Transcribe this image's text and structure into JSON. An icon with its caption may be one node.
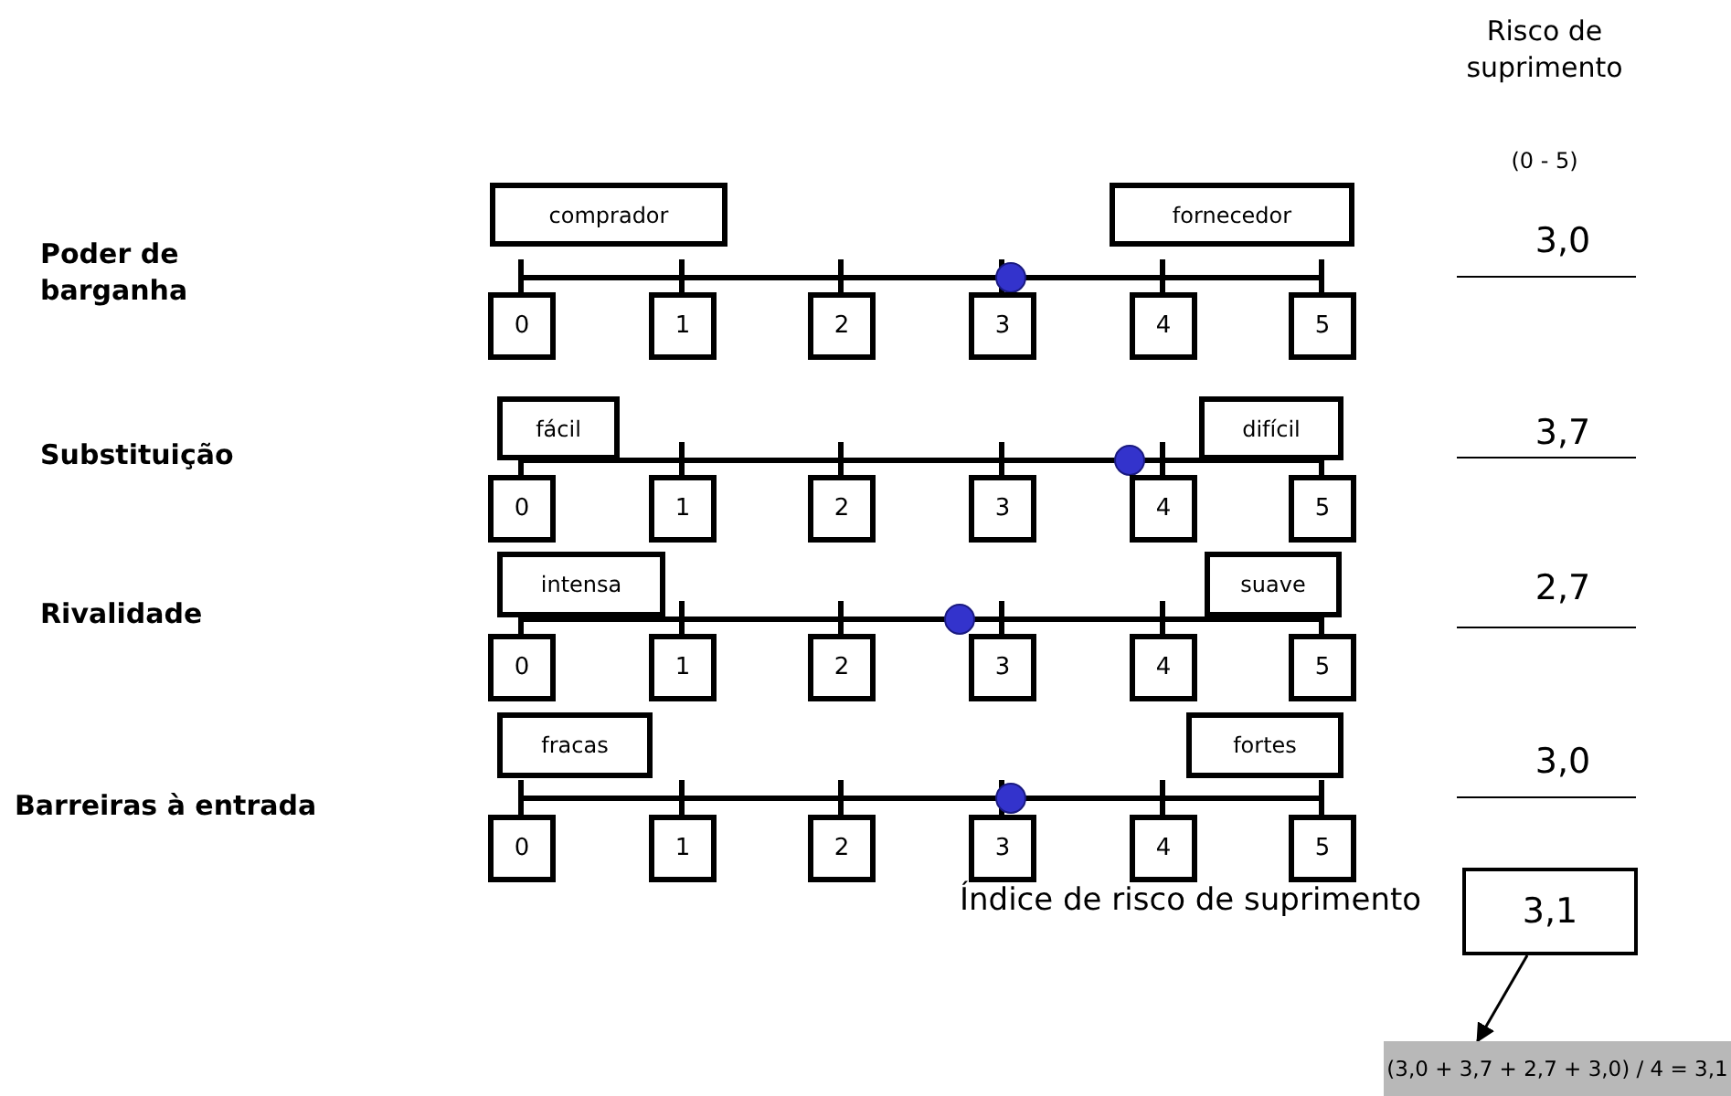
{
  "diagram": {
    "nodes": [
      {
        "text": [
          "comprador"
        ]
      },
      {
        "text": [
          "fornecedor"
        ]
      },
      {
        "text": [
          "0"
        ]
      },
      {
        "text": [
          "1"
        ]
      },
      {
        "text": [
          "2"
        ]
      },
      {
        "text": [
          "3"
        ]
      },
      {
        "text": [
          "4"
        ]
      },
      {
        "text": [
          "5"
        ]
      },
      {
        "text": [
          "fácil"
        ]
      },
      {
        "text": [
          "difícil"
        ]
      },
      {
        "text": [
          "0"
        ]
      },
      {
        "text": [
          "1"
        ]
      },
      {
        "text": [
          "2"
        ]
      },
      {
        "text": [
          "3"
        ]
      },
      {
        "text": [
          "4"
        ]
      },
      {
        "text": [
          "5"
        ]
      },
      {
        "text": [
          "intensa"
        ]
      },
      {
        "text": [
          "suave"
        ]
      },
      {
        "text": [
          "0"
        ]
      },
      {
        "text": [
          "1"
        ]
      },
      {
        "text": [
          "2"
        ]
      },
      {
        "text": [
          "3"
        ]
      },
      {
        "text": [
          "4"
        ]
      },
      {
        "text": [
          "5"
        ]
      },
      {
        "text": [
          "fracas"
        ]
      },
      {
        "text": [
          "fortes"
        ]
      },
      {
        "text": [
          "0"
        ]
      },
      {
        "text": [
          "1"
        ]
      },
      {
        "text": [
          "2"
        ]
      },
      {
        "text": [
          "3"
        ]
      },
      {
        "text": [
          "4"
        ]
      },
      {
        "text": [
          "5"
        ]
      },
      {
        "text": [
          "3,1"
        ]
      },
      {
        "text": [
          "(3,0 + 3,7 + 2,7 + 3,0) / 4 = 3,1"
        ]
      }
    ],
    "edges": [
      {
        "from": 32,
        "to": 33,
        "arrow": "to"
      }
    ],
    "labels": [
      "Risco de suprimento",
      "(0 - 5)",
      "Poder de barganha",
      "3,0",
      "Substituição",
      "3,7",
      "Rivalidade",
      "2,7",
      "Barreiras à entrada",
      "3,0",
      "Índice de risco de suprimento"
    ]
  }
}
